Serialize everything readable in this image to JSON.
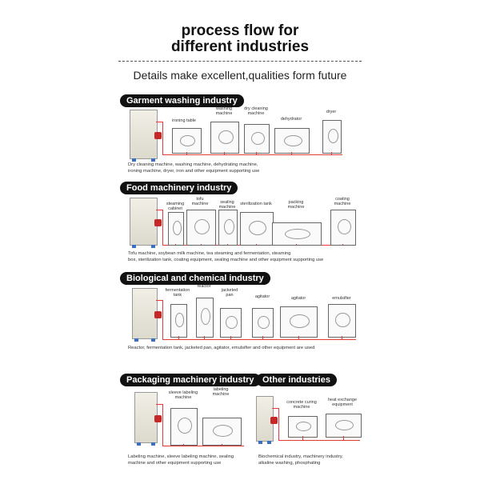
{
  "header": {
    "title_line1": "process flow for",
    "title_line2": "different industries",
    "subtitle": "Details make excellent,qualities form future"
  },
  "colors": {
    "pipe": "#e53935",
    "pill": "#111111",
    "burner": "#c62828"
  },
  "sections": [
    {
      "title": "Garment washing industry",
      "machines": [
        "ironing table",
        "washing\nmachine",
        "dry cleaning\nmachine",
        "dehydrator",
        "dryer"
      ],
      "caption": "Dry cleaning machine, washing machine, dehydrating machine,\nironing machine, dryer, iron and other equipment supporting use"
    },
    {
      "title": "Food machinery industry",
      "machines": [
        "steaming\ncabinet",
        "tofu\nmachine",
        "sealing\nmachine",
        "sterilization tank",
        "packing\nmachine",
        "coating\nmachine"
      ],
      "caption": "Tofu machine, soybean milk machine, tea steaming and fermentation, steaming\nbox, sterilization tank, coating equipment, sealing machine and other equipment supporting use"
    },
    {
      "title": "Biological and chemical industry",
      "machines": [
        "fermentation\ntank",
        "reactor",
        "jacketed\npan",
        "agitator",
        "agitator",
        "emulsifier"
      ],
      "caption": "Reactor, fermentation tank, jacketed pan, agitator, emulsifier and other equipment are used"
    },
    {
      "title": "Packaging machinery industry",
      "machines": [
        "sleeve labeling\nmachine",
        "labeling\nmachine"
      ],
      "caption": "Labeling machine, sleeve labeling machine, sealing\nmachine and other equipment supporting use"
    },
    {
      "title": "Other industries",
      "machines": [
        "concrete curing\nmachine",
        "heat exchange\nequipment"
      ],
      "caption": "Biochemical industry, machinery industry,\nalkaline washing, phosphating"
    }
  ]
}
